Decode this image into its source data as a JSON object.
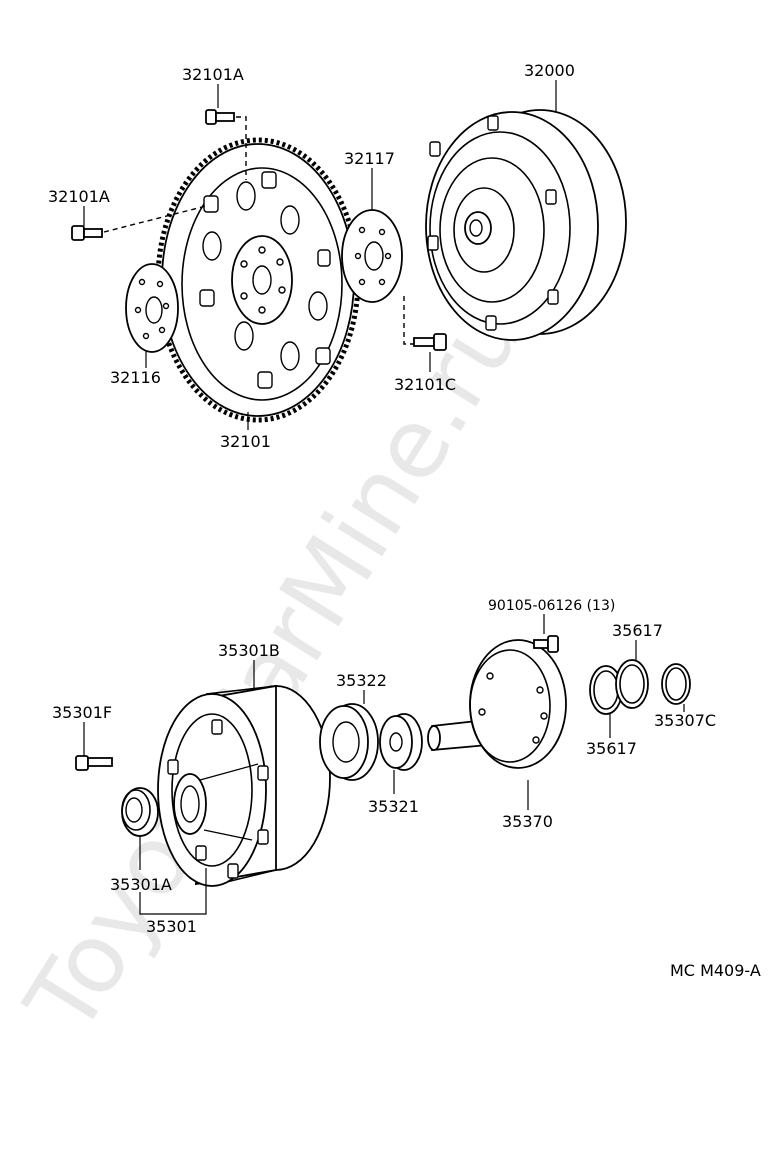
{
  "watermark": "ToyotaCarMine.ru",
  "diagram_code": "MC M409-A",
  "labels": {
    "p32101A_top": "32101A",
    "p32101A_left": "32101A",
    "p32117": "32117",
    "p32000": "32000",
    "p32116": "32116",
    "p32101C": "32101C",
    "p32101": "32101",
    "p90105": "90105-06126 (13)",
    "p35617_top": "35617",
    "p35301B": "35301B",
    "p35322": "35322",
    "p35301F": "35301F",
    "p35307C": "35307C",
    "p35617_bot": "35617",
    "p35321": "35321",
    "p35370": "35370",
    "p35301A": "35301A",
    "p35301": "35301"
  }
}
